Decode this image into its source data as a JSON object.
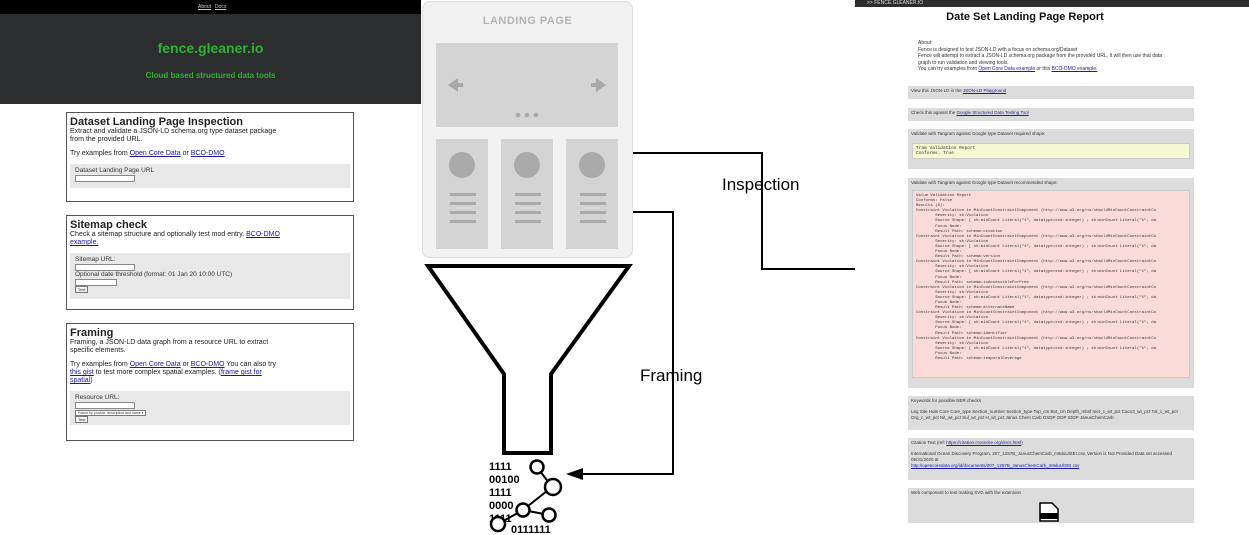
{
  "site": {
    "nav": [
      "About",
      "Docs"
    ],
    "title": "fence.gleaner.io",
    "tagline": "Cloud based structured data tools"
  },
  "cards": {
    "landing": {
      "title": "Dataset Landing Page Inspection",
      "desc1": "Extract and validate a JSON-LD schema.org type dataset package",
      "desc2": "from the provided URL.",
      "try_prefix": "Try examples from ",
      "link1": "Open Core Data",
      "or": " or ",
      "link2": "BCO-DMO",
      "field_label": "Dataset Landing Page URL"
    },
    "sitemap": {
      "title": "Sitemap check",
      "desc1": "Check a sitemap structure and optionally test mod entry. ",
      "link1": "BCO-DMO",
      "link1b": "example.",
      "field_label": "Sitemap URL:",
      "date_label": "Optional date threshold (format: 01 Jan 20 10:00 UTC)",
      "button": "Test"
    },
    "framing": {
      "title": "Framing",
      "desc1": "Framing, a JSON-LD data graph from a resource URL to extract",
      "desc2": "specific elements.",
      "try_prefix": "Try examples from ",
      "link1": "Open Core Data",
      "or": " or ",
      "link2": "BCO-DMO",
      "try_suffix": " You can also try",
      "link3": "this gist",
      "desc3": " to test more complex spatial examples. (",
      "link4": "frame gist for",
      "link4b": "spatial",
      "desc4": ")",
      "field_label": "Resource URL:",
      "select": "Frame by provide, description and name ▾",
      "button": "Test"
    }
  },
  "wireframe": {
    "title": "LANDING PAGE"
  },
  "labels": {
    "inspection": "Inspection",
    "framing": "Framing"
  },
  "report": {
    "topbar": ">> FENCE.GLEANER.IO",
    "title": "Date Set Landing Page Report",
    "about_head": "About:",
    "about1": "Fence is designed to test JSON-LD with a focus on schema.org/Dataset",
    "about2": "Fence will attempt to extract a JSON-LD schema.org package from the provided URL. It will then use that data",
    "about3": "graph to run validation and viewing tools.",
    "about4_prefix": "You can try examples from ",
    "about4_link1": "Open Core Data example",
    "about4_or": " or this ",
    "about4_link2": "BCO-DMO example.",
    "view_prefix": "View this JSON-LD in the ",
    "view_link": "JSON-LD Playground",
    "check_prefix": "Check this against the ",
    "check_link": "Google Structured Data Testing Tool",
    "req_head": "Validate with Tangram against Google type Dataset required shape:",
    "req_code1": "Tram Validation Report",
    "req_code2": "Conforms: True",
    "rec_head": "Validate with Tangram against Google type Dataset recommended shape:",
    "rec_code": "Value Validation Report\nConforms: False\nResults (6):\nConstraint Violation in MinCountConstraintComponent (http://www.w3.org/ns/shacl#MinCountConstraintCo\n        Severity: sh:Violation\n        Source Shape: [ sh:minCount Literal(\"1\", datatype=xsd:integer) ; sh:minCount Literal(\"1\", da\n        Focus Node:\n        Result Path: schema:citation\nConstraint Violation in MinCountConstraintComponent (http://www.w3.org/ns/shacl#MinCountConstraintCo\n        Severity: sh:Violation\n        Source Shape: [ sh:minCount Literal(\"1\", datatype=xsd:integer) ; sh:minCount Literal(\"1\", da\n        Focus Node:\n        Result Path: schema:version\nConstraint Violation in MinCountConstraintComponent (http://www.w3.org/ns/shacl#MinCountConstraintCo\n        Severity: sh:Violation\n        Source Shape: [ sh:minCount Literal(\"1\", datatype=xsd:integer) ; sh:minCount Literal(\"1\", da\n        Focus Node:\n        Result Path: schema:isAccessibleForFree\nConstraint Violation in MinCountConstraintComponent (http://www.w3.org/ns/shacl#MinCountConstraintCo\n        Severity: sh:Violation\n        Source Shape: [ sh:minCount Literal(\"1\", datatype=xsd:integer) ; sh:minCount Literal(\"1\", da\n        Focus Node:\n        Result Path: schema:alternateName\nConstraint Violation in MinCountConstraintComponent (http://www.w3.org/ns/shacl#MinCountConstraintCo\n        Severity: sh:Violation\n        Source Shape: [ sh:minCount Literal(\"1\", datatype=xsd:integer) ; sh:minCount Literal(\"1\", da\n        Focus Node:\n        Result Path: schema:identifier\nConstraint Violation in MinCountConstraintComponent (http://www.w3.org/ns/shacl#MinCountConstraintCo\n        Severity: sh:Violation\n        Source Shape: [ sh:minCount Literal(\"1\", datatype=xsd:integer) ; sh:minCount Literal(\"1\", da\n        Focus Node:\n        Result Path: schema:temporalCoverage",
    "kw_head": "Keywords for possible NER checks",
    "kw_body": "Leg Site Hole Core Core_type Section_number Section_type Top_cm Bot_cm Depth_mbsf Inor_c_wt_pct Caco3_wt_pct Tot_c_wt_pct Org_c_wt_pct Nit_wt_pct Sul_wt_pct H_wt_pct Janus Chem Carb DSDP ODP IODP JanusChemCarb",
    "cite_head_prefix": "Citation Text (ref: ",
    "cite_head_link": "https://citation.crosscite.org/docs.html",
    "cite_head_suffix": ")",
    "cite_body": "International Ocean Discovery Program, 207_1257B_JanusChemCarb_m9duUlSEI.csv, Version is Not Provided Data set accessed 05/31/2020 at",
    "cite_link": "http://opencoredata.org/id/documents/207_1257B_JanusChemCarb_m9duUlSEI.csv",
    "web_head": "Web component to test making SVG with the extension"
  }
}
